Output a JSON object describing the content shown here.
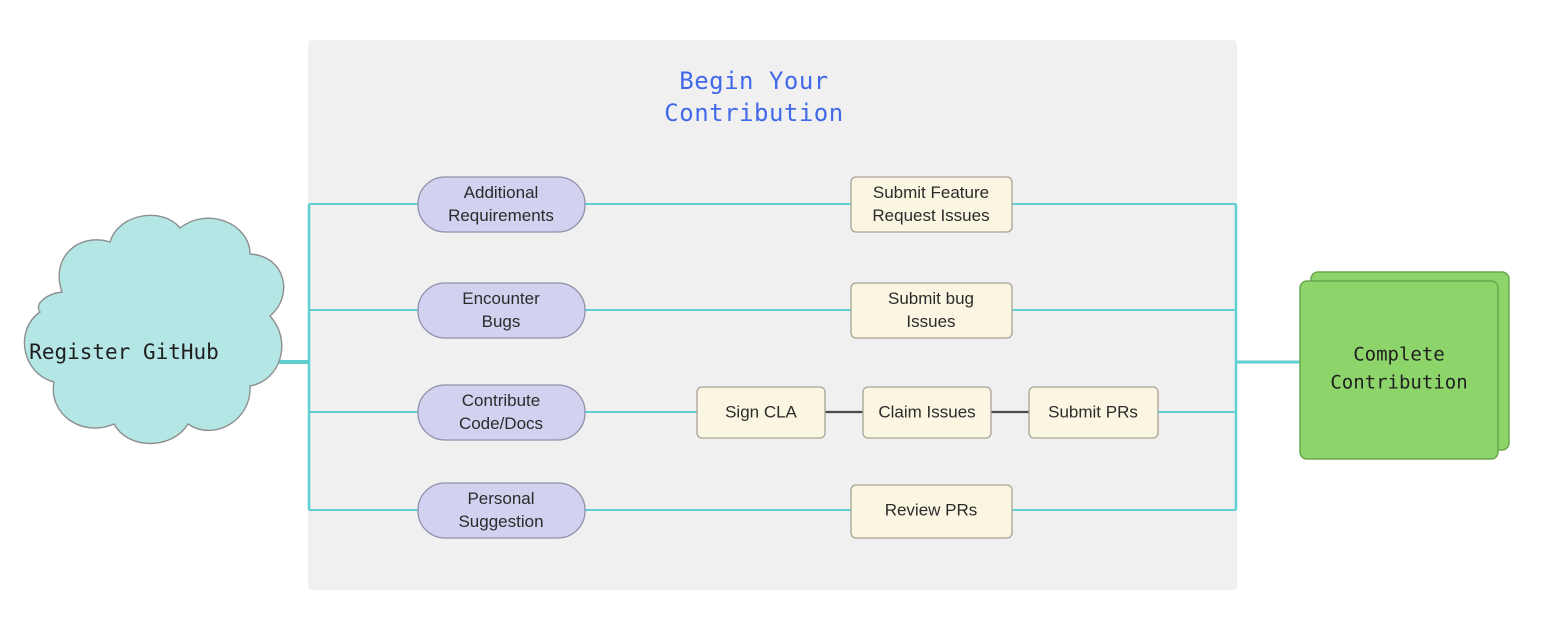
{
  "diagram": {
    "title_line1": "Begin Your",
    "title_line2": "Contribution",
    "title_color": "#4169e8",
    "panel_color": "#f0f0f0",
    "edge_color": "#5fcfcf",
    "edge_color_dark": "#4a4a4a"
  },
  "start": {
    "label": "Register GitHub",
    "shape": "cloud",
    "fill": "#b5e6e6",
    "stroke": "#9a9a9a"
  },
  "end": {
    "label_line1": "Complete",
    "label_line2": "Contribution",
    "shape": "stacked-rect",
    "fill": "#8dd56a",
    "stroke": "#6aa84f"
  },
  "branches": [
    {
      "trigger": {
        "line1": "Additional",
        "line2": "Requirements",
        "fill": "#d2d2f0",
        "stroke": "#8f8fa8"
      },
      "action": {
        "line1": "Submit Feature",
        "line2": "Request Issues",
        "fill": "#fbf6e2",
        "stroke": "#a8a295"
      }
    },
    {
      "trigger": {
        "line1": "Encounter",
        "line2": "Bugs",
        "fill": "#d2d2f0",
        "stroke": "#8f8fa8"
      },
      "action": {
        "line1": "Submit bug",
        "line2": "Issues",
        "fill": "#fbf6e2",
        "stroke": "#a8a295"
      }
    },
    {
      "trigger": {
        "line1": "Contribute",
        "line2": "Code/Docs",
        "fill": "#d2d2f0",
        "stroke": "#8f8fa8"
      },
      "action": {
        "line1": "Sign CLA",
        "line2": "",
        "fill": "#fbf6e2",
        "stroke": "#a8a295"
      }
    },
    {
      "trigger": {
        "line1": "Personal",
        "line2": "Suggestion",
        "fill": "#d2d2f0",
        "stroke": "#8f8fa8"
      },
      "action": {
        "line1": "Review PRs",
        "line2": "",
        "fill": "#fbf6e2",
        "stroke": "#a8a295"
      }
    }
  ],
  "sequence": [
    {
      "label": "Sign CLA"
    },
    {
      "label": "Claim Issues"
    },
    {
      "label": "Submit PRs"
    }
  ]
}
